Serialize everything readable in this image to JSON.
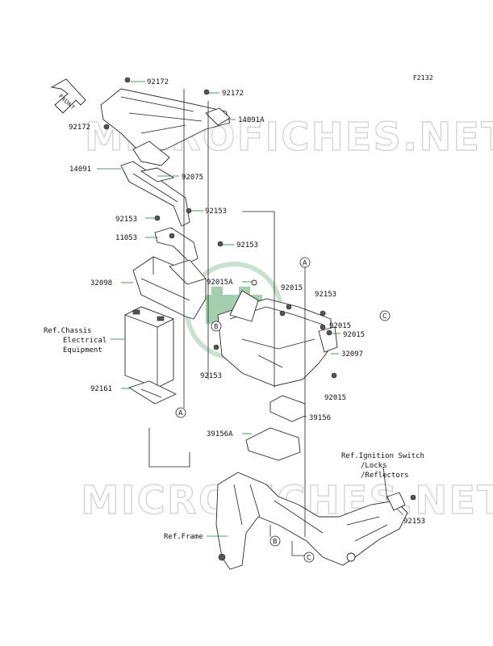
{
  "diagram_code": "F2132",
  "front_arrow": "FRONT",
  "watermarks": [
    "MICROFICHES.NET",
    "MICROFICHES.NET"
  ],
  "parts": {
    "p92172_a": "92172",
    "p92172_b": "92172",
    "p92172_c": "92172",
    "p14091A": "14091A",
    "p14091": "14091",
    "p92075": "92075",
    "p92153_a": "92153",
    "p92153_b": "92153",
    "p11053": "11053",
    "p92153_c": "92153",
    "p32098": "32098",
    "p92015A": "92015A",
    "p92015_a": "92015",
    "p92153_d": "92153",
    "p92015_b": "92015",
    "p92015_c": "92015",
    "p32097": "32097",
    "p92153_e": "92153",
    "p92015_d": "92015",
    "p92161": "92161",
    "p39156": "39156",
    "p39156A": "39156A",
    "p92153_f": "92153"
  },
  "refs": {
    "chassis_1": "Ref.Chassis",
    "chassis_2": "Electrical",
    "chassis_3": "Equipment",
    "ignition_1": "Ref.Ignition Switch",
    "ignition_2": "/Locks",
    "ignition_3": "/Reflectors",
    "frame": "Ref.Frame"
  },
  "callouts": {
    "A_top": "A",
    "A_bottom": "A",
    "B_left": "B",
    "B_bottom": "B",
    "C_right": "C",
    "C_bottom": "C"
  },
  "colors": {
    "leader": "#1f7a3a",
    "logo": "#2e8b57"
  }
}
